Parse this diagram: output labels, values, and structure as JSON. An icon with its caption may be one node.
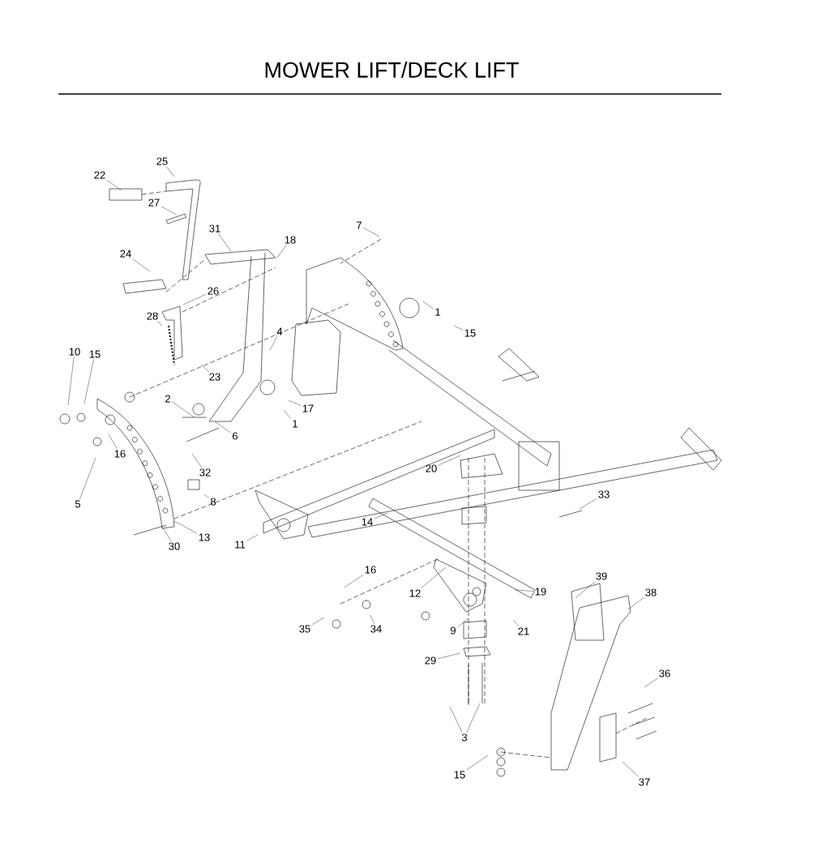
{
  "diagram": {
    "title": "MOWER LIFT/DECK LIFT",
    "nodes": [
      {
        "text": [
          "25"
        ]
      },
      {
        "text": [
          "22"
        ]
      },
      {
        "text": [
          "27"
        ]
      },
      {
        "text": [
          "7"
        ]
      },
      {
        "text": [
          "31"
        ]
      },
      {
        "text": [
          "18"
        ]
      },
      {
        "text": [
          "24"
        ]
      },
      {
        "text": [
          "26"
        ]
      },
      {
        "text": [
          "1"
        ]
      },
      {
        "text": [
          "28"
        ]
      },
      {
        "text": [
          "4"
        ]
      },
      {
        "text": [
          "15"
        ]
      },
      {
        "text": [
          "10"
        ]
      },
      {
        "text": [
          "15"
        ]
      },
      {
        "text": [
          "23"
        ]
      },
      {
        "text": [
          "2"
        ]
      },
      {
        "text": [
          "17"
        ]
      },
      {
        "text": [
          "1"
        ]
      },
      {
        "text": [
          "16"
        ]
      },
      {
        "text": [
          "6"
        ]
      },
      {
        "text": [
          "32"
        ]
      },
      {
        "text": [
          "20"
        ]
      },
      {
        "text": [
          "5"
        ]
      },
      {
        "text": [
          "8"
        ]
      },
      {
        "text": [
          "33"
        ]
      },
      {
        "text": [
          "30"
        ]
      },
      {
        "text": [
          "13"
        ]
      },
      {
        "text": [
          "11"
        ]
      },
      {
        "text": [
          "14"
        ]
      },
      {
        "text": [
          "16"
        ]
      },
      {
        "text": [
          "12"
        ]
      },
      {
        "text": [
          "19"
        ]
      },
      {
        "text": [
          "39"
        ]
      },
      {
        "text": [
          "38"
        ]
      },
      {
        "text": [
          "35"
        ]
      },
      {
        "text": [
          "34"
        ]
      },
      {
        "text": [
          "9"
        ]
      },
      {
        "text": [
          "21"
        ]
      },
      {
        "text": [
          "29"
        ]
      },
      {
        "text": [
          "36"
        ]
      },
      {
        "text": [
          "3"
        ]
      },
      {
        "text": [
          "15"
        ]
      },
      {
        "text": [
          "37"
        ]
      }
    ],
    "edges": [
      {
        "from": 0,
        "to": null,
        "arrow": "none"
      },
      {
        "from": 1,
        "to": null,
        "arrow": "none"
      },
      {
        "from": 2,
        "to": null,
        "arrow": "none"
      },
      {
        "from": 3,
        "to": null,
        "arrow": "none"
      },
      {
        "from": 4,
        "to": null,
        "arrow": "none"
      },
      {
        "from": 5,
        "to": null,
        "arrow": "none"
      },
      {
        "from": 6,
        "to": null,
        "arrow": "none"
      },
      {
        "from": 7,
        "to": null,
        "arrow": "none"
      },
      {
        "from": 8,
        "to": null,
        "arrow": "none"
      },
      {
        "from": 9,
        "to": null,
        "arrow": "none"
      },
      {
        "from": 10,
        "to": null,
        "arrow": "none"
      },
      {
        "from": 11,
        "to": null,
        "arrow": "none"
      },
      {
        "from": 12,
        "to": null,
        "arrow": "none"
      },
      {
        "from": 13,
        "to": null,
        "arrow": "none"
      },
      {
        "from": 14,
        "to": null,
        "arrow": "none"
      },
      {
        "from": 15,
        "to": null,
        "arrow": "none"
      },
      {
        "from": 16,
        "to": null,
        "arrow": "none"
      },
      {
        "from": 17,
        "to": null,
        "arrow": "none"
      },
      {
        "from": 18,
        "to": null,
        "arrow": "none"
      },
      {
        "from": 19,
        "to": null,
        "arrow": "none"
      },
      {
        "from": 20,
        "to": null,
        "arrow": "none"
      },
      {
        "from": 21,
        "to": null,
        "arrow": "none"
      },
      {
        "from": 22,
        "to": null,
        "arrow": "none"
      },
      {
        "from": 23,
        "to": null,
        "arrow": "none"
      },
      {
        "from": 24,
        "to": null,
        "arrow": "none"
      },
      {
        "from": 25,
        "to": null,
        "arrow": "none"
      },
      {
        "from": 26,
        "to": null,
        "arrow": "none"
      },
      {
        "from": 27,
        "to": null,
        "arrow": "none"
      },
      {
        "from": 28,
        "to": null,
        "arrow": "none"
      },
      {
        "from": 29,
        "to": null,
        "arrow": "none"
      },
      {
        "from": 30,
        "to": null,
        "arrow": "none"
      },
      {
        "from": 31,
        "to": null,
        "arrow": "none"
      },
      {
        "from": 32,
        "to": null,
        "arrow": "none"
      },
      {
        "from": 33,
        "to": null,
        "arrow": "none"
      },
      {
        "from": 34,
        "to": null,
        "arrow": "none"
      },
      {
        "from": 35,
        "to": null,
        "arrow": "none"
      },
      {
        "from": 36,
        "to": null,
        "arrow": "none"
      },
      {
        "from": 37,
        "to": null,
        "arrow": "none"
      },
      {
        "from": 38,
        "to": null,
        "arrow": "none"
      },
      {
        "from": 39,
        "to": null,
        "arrow": "none"
      },
      {
        "from": 40,
        "to": null,
        "arrow": "none"
      },
      {
        "from": 40,
        "to": null,
        "arrow": "none"
      },
      {
        "from": 41,
        "to": null,
        "arrow": "none"
      },
      {
        "from": 42,
        "to": null,
        "arrow": "none"
      }
    ]
  }
}
